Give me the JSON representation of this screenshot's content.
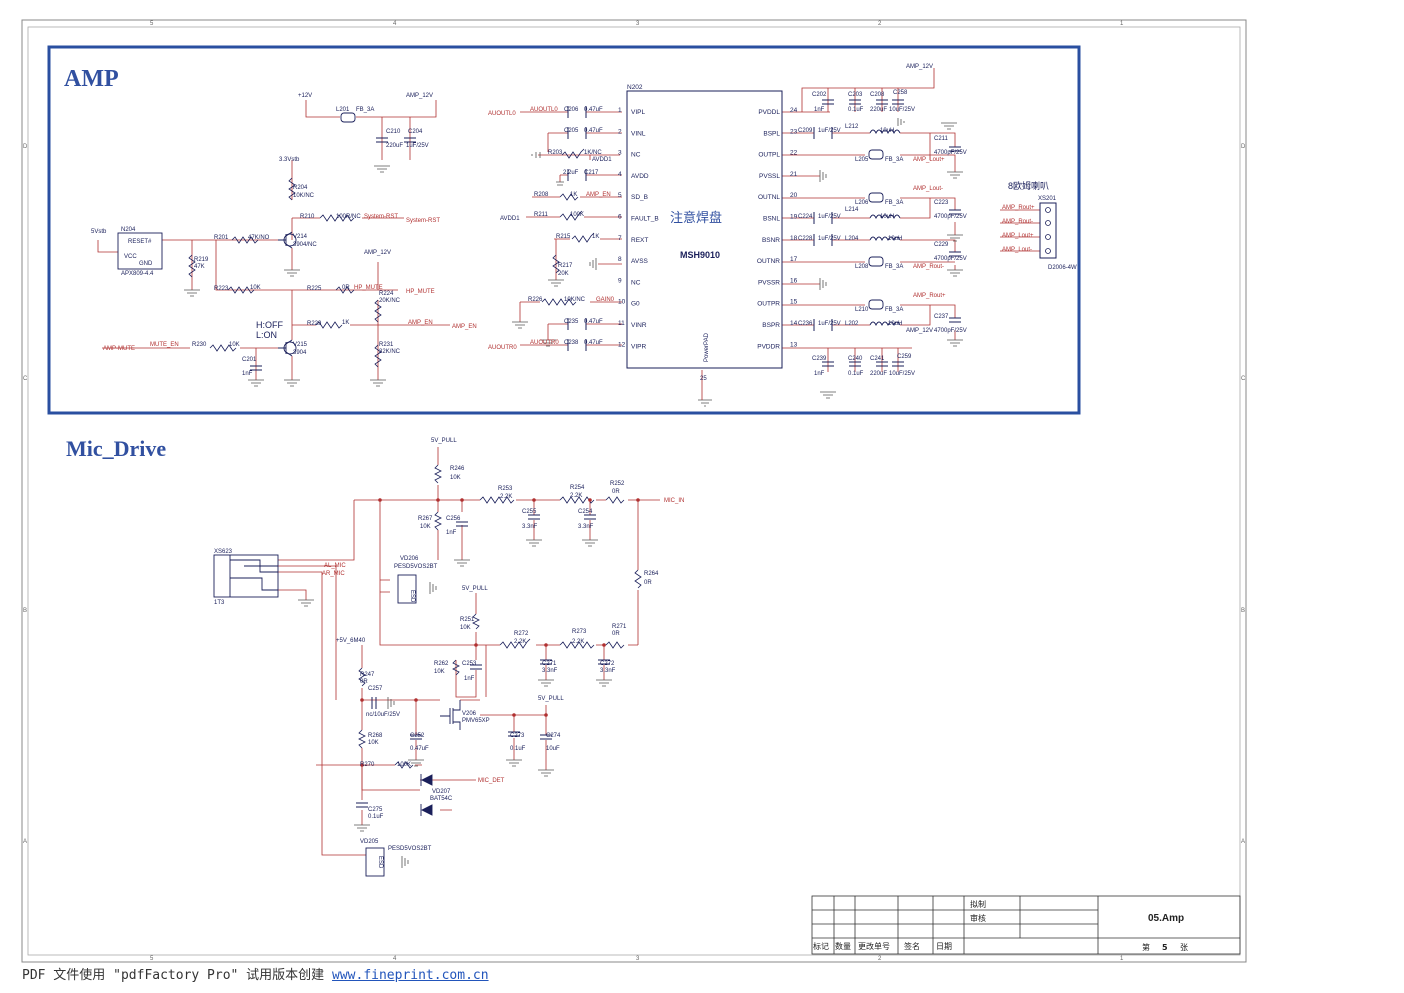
{
  "sections": {
    "amp_title": "AMP",
    "mic_title": "Mic_Drive"
  },
  "frame": {
    "cols_top": [
      "5",
      "4",
      "3",
      "2",
      "1"
    ],
    "cols_bottom": [
      "5",
      "4",
      "3",
      "2",
      "1"
    ],
    "rows_left": [
      "D",
      "C",
      "B",
      "A"
    ],
    "rows_right": [
      "D",
      "C",
      "B",
      "A"
    ]
  },
  "chip": {
    "ref": "N202",
    "name": "MSH9010",
    "note": "注意焊盘",
    "power_pad": "PowerPAD",
    "pad_pin": "25",
    "left_pins": [
      {
        "num": "1",
        "name": "VIPL"
      },
      {
        "num": "2",
        "name": "VINL"
      },
      {
        "num": "3",
        "name": "NC"
      },
      {
        "num": "4",
        "name": "AVDD"
      },
      {
        "num": "5",
        "name": "SD_B"
      },
      {
        "num": "6",
        "name": "FAULT_B"
      },
      {
        "num": "7",
        "name": "REXT"
      },
      {
        "num": "8",
        "name": "AVSS"
      },
      {
        "num": "9",
        "name": "NC"
      },
      {
        "num": "10",
        "name": "G0"
      },
      {
        "num": "11",
        "name": "VINR"
      },
      {
        "num": "12",
        "name": "VIPR"
      }
    ],
    "right_pins": [
      {
        "num": "24",
        "name": "PVDDL"
      },
      {
        "num": "23",
        "name": "BSPL"
      },
      {
        "num": "22",
        "name": "OUTPL"
      },
      {
        "num": "21",
        "name": "PVSSL"
      },
      {
        "num": "20",
        "name": "OUTNL"
      },
      {
        "num": "19",
        "name": "BSNL"
      },
      {
        "num": "18",
        "name": "BSNR"
      },
      {
        "num": "17",
        "name": "OUTNR"
      },
      {
        "num": "16",
        "name": "PVSSR"
      },
      {
        "num": "15",
        "name": "OUTPR"
      },
      {
        "num": "14",
        "name": "BSPR"
      },
      {
        "num": "13",
        "name": "PVDDR"
      }
    ]
  },
  "amp_labels": {
    "p12v": "+12V",
    "amp12v_top": "AMP_12V",
    "l201": "L201",
    "fb3a": "FB_3A",
    "c210": "C210",
    "c204": "C204",
    "c210v": "220uF",
    "c204v": "1uF/25V",
    "v33": "3.3Vstb",
    "r204": "R204",
    "r204v": "10K/NC",
    "r210": "R210",
    "r210v": "100R/NC",
    "sysrst": "System-RST",
    "sysrst2": "System-RST",
    "v5": "5Vstb",
    "n204": "N204",
    "reset": "RESET#",
    "vcc": "VCC",
    "gnd": "GND",
    "apx": "APX809-4.4",
    "r201": "R201",
    "r201v": "47K/NO",
    "r219": "R219",
    "r219v": "47K",
    "v214": "V214",
    "v214v": "3904/NC",
    "r223": "R223",
    "r223v": "10K",
    "r225": "R225",
    "r225v": "0R",
    "hpmute": "HP_MUTE",
    "hpmute2": "HP_MUTE",
    "amp12v_mid": "AMP_12V",
    "r224": "R224",
    "r224v": "20K/NC",
    "hoff": "H:OFF",
    "lon": "L:ON",
    "r229": "R229",
    "r229v": "1K",
    "ampen": "AMP_EN",
    "ampen2": "AMP_EN",
    "ampmute": "AMP-MUTE",
    "muteen": "MUTE_EN",
    "r230": "R230",
    "r230v": "10K",
    "c201": "C201",
    "c201v": "1nF",
    "v215": "V215",
    "v215v": "3904",
    "r231": "R231",
    "r231v": "32K/NC",
    "auoutl0": "AUOUTL0",
    "auoutl0b": "AUOUTL0",
    "c206": "C206",
    "c206v": "0.47uF",
    "c205": "C205",
    "c205v": "0.47uF",
    "r203": "R203",
    "r203v": "1K/NC",
    "avdd1": "AVDD1",
    "c217v": "2.2uF",
    "c217": "C217",
    "r208": "R208",
    "r208v": "1K",
    "ampen3": "AMP_EN",
    "avdd1b": "AVDD1",
    "r211": "R211",
    "r211v": "100K",
    "r215": "R215",
    "r215v": "1K",
    "r217": "R217",
    "r217v": "20K",
    "r226": "R226",
    "r226v": "10K/NC",
    "gain0": "GAIN0",
    "c235": "C235",
    "c235v": "0.47uF",
    "auoutr0": "AUOUTR0",
    "auoutr0b": "AUOUTR0",
    "c238": "C238",
    "c238v": "0.47uF",
    "amp12v_right": "AMP_12V",
    "c202": "C202",
    "c203": "C203",
    "c208": "C208",
    "c258": "C258",
    "c202v": "1nF",
    "c203v": "0.1uF",
    "c208v": "220uF",
    "c258v": "10uF/25V",
    "c209": "C209",
    "c209v": "1uF/25V",
    "l212": "L212",
    "l212v": "10uH",
    "c211": "C211",
    "c211v": "4700pF/25V",
    "l205": "L205",
    "fb3a2": "FB_3A",
    "amplout_p": "AMP_Lout+",
    "ampl_out_m": "AMP_Lout-",
    "l206": "L206",
    "fb3a3": "FB_3A",
    "c224": "C224",
    "c224v": "1uF/25V",
    "l214": "L214",
    "l214v": "10uH",
    "c223": "C223",
    "c223v": "4700pF/25V",
    "c228": "C228",
    "c228v": "1uF/25V",
    "l204": "L204",
    "l204v": "10uH",
    "c229": "C229",
    "c229v": "4700pF/25V",
    "l208": "L208",
    "fb3a4": "FB_3A",
    "amprout_m": "AMP_Rout-",
    "amprout_p": "AMP_Rout+",
    "l210": "L210",
    "fb3a5": "FB_3A",
    "c236": "C236",
    "c236v": "1uF/25V",
    "l202": "L202",
    "l202v": "10uH",
    "c237": "C237",
    "c237v": "4700pF/25V",
    "amp12v_low": "AMP_12V",
    "c239": "C239",
    "c239v": "1nF",
    "c240": "C240",
    "c240v": "0.1uF",
    "c241": "C241",
    "c241v": "220uF",
    "c259": "C259",
    "c259v": "10uF/25V",
    "speaker": "8欧姆喇叭",
    "xs201": "XS201",
    "d2006": "D2006-4W",
    "sp1": "AMP_Rout+",
    "sp2": "AMP_Rout-",
    "sp3": "AMP_Lout+",
    "sp4": "AMP_Lout-"
  },
  "mic_labels": {
    "v5pull": "5V_PULL",
    "r246": "R246",
    "r246v": "10K",
    "r253": "R253",
    "r253v": "2.2K",
    "r254": "R254",
    "r254v": "2.2K",
    "r252": "R252",
    "r252v": "0R",
    "micin": "MIC_IN",
    "r267": "R267",
    "r267v": "10K",
    "c256": "C256",
    "c256v": "1nF",
    "c255": "C255",
    "c255v": "3.3nF",
    "c254": "C254",
    "c254v": "3.3nF",
    "xs623": "XS623",
    "t13": "1T3",
    "almic": "AL_MIC",
    "armic": "AR_MIC",
    "vd206": "VD206",
    "vd206v": "PESD5VOS2BT",
    "esd": "ESD",
    "v5pull2": "5V_PULL",
    "r264": "R264",
    "r264v": "0R",
    "r251": "R251",
    "r251v": "10K",
    "r272": "R272",
    "r272v": "2.2K",
    "r273": "R273",
    "r273v": "2.2K",
    "r271": "R271",
    "r271v": "0R",
    "v5m40": "+5V_6M40",
    "r262": "R262",
    "r262v": "10K",
    "c253": "C253",
    "c253v": "1nF",
    "c271": "C271",
    "c271v": "3.3nF",
    "c272": "C272",
    "c272v": "3.3nF",
    "r247": "R247",
    "r247v": "0R",
    "c257": "C257",
    "c257v": "nc/10uF/25V",
    "v206": "V206",
    "v206v": "PMV65XP",
    "v5pull3": "5V_PULL",
    "r268": "R268",
    "r268v": "10K",
    "c252": "C252",
    "c252v": "0.47uF",
    "c273": "C273",
    "c273v": "0.1uF",
    "c274": "C274",
    "c274v": "10uF",
    "r270": "R270",
    "r270v": "100K",
    "micdet": "MIC_DET",
    "vd207": "VD207",
    "vd207v": "BAT54C",
    "c275": "C275",
    "c275v": "0.1uF",
    "vd205": "VD205",
    "vd205v": "PESD5VOS2BT",
    "esd2": "ESD"
  },
  "title_block": {
    "made": "拟制",
    "review": "审核",
    "doc": "05.Amp",
    "sheet_prefix": "第",
    "sheet_num": "5",
    "sheet_suffix": "张",
    "h1": "标记",
    "h2": "数量",
    "h3": "更改单号",
    "h4": "签名",
    "h5": "日期"
  },
  "footer": {
    "text": "PDF 文件使用 \"pdfFactory Pro\" 试用版本创建 ",
    "link": "www.fineprint.com.cn"
  },
  "colors": {
    "wire": "#b03030",
    "ink": "#1a1f5a",
    "box": "#2a4fa0",
    "heading": "#3150a0",
    "frame": "#888888",
    "ground": "#555555"
  }
}
